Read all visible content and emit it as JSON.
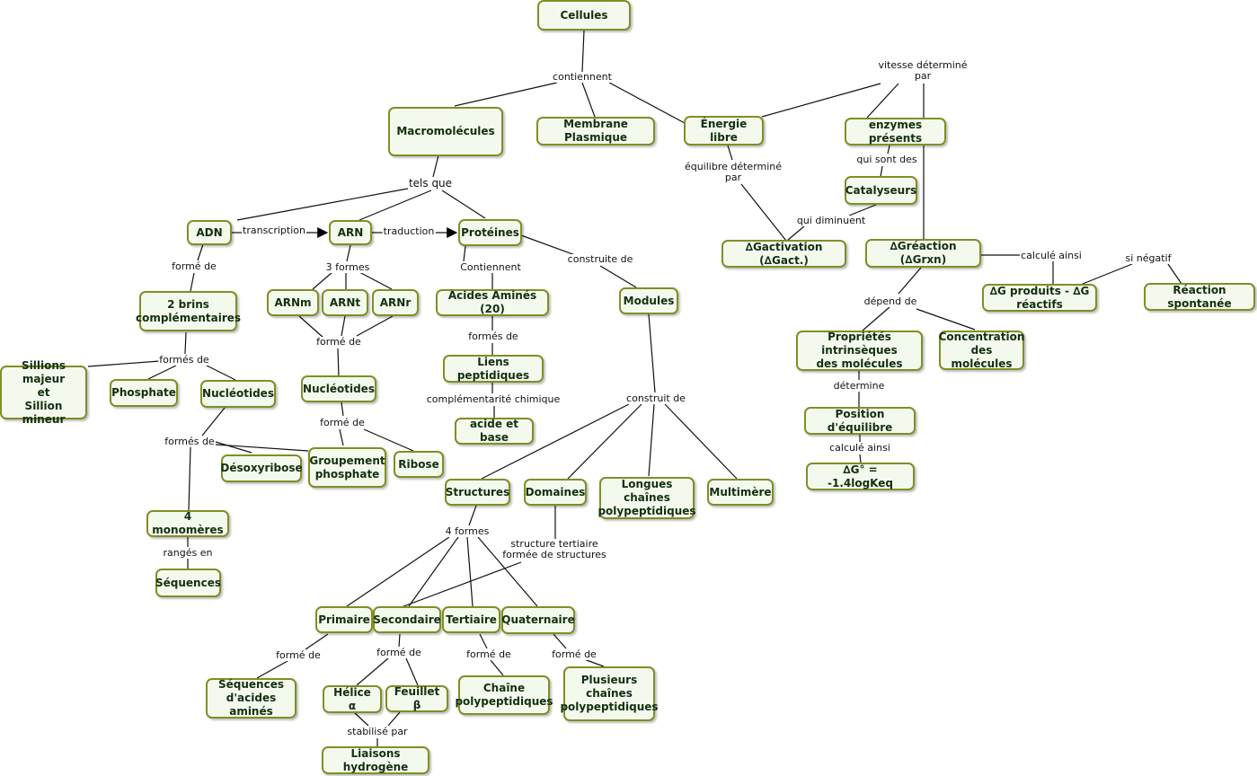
{
  "nodes": {
    "cellules": "Cellules",
    "macromolecules": "Macromolécules",
    "membrane": "Membrane Plasmique",
    "energie_libre": "Énergie libre",
    "enzymes": "enzymes présents",
    "catalyseurs": "Catalyseurs",
    "dg_activation": "∆Gactivation (∆Gact.)",
    "dg_reaction": "∆Gréaction (∆Grxn)",
    "dg_produits": "∆G produits - ∆G réactifs",
    "reaction_spontanee": "Réaction spontanée",
    "proprietes": "Propriétés intrinsèques\ndes molécules",
    "concentration": "Concentration\ndes molécules",
    "position_equilibre": "Position d'équilibre",
    "dg_keq": "∆G° = -1.4logKeq",
    "adn": "ADN",
    "arn": "ARN",
    "proteines": "Protéines",
    "deux_brins": "2 brins\ncomplémentaires",
    "arnm": "ARNm",
    "arnt": "ARNt",
    "arnr": "ARNr",
    "acides_amines": "Acides Aminés (20)",
    "modules": "Modules",
    "sillions": "Sillions majeur\net\nSillion mineur",
    "phosphate": "Phosphate",
    "nucleotides_1": "Nucléotides",
    "nucleotides_2": "Nucléotides",
    "liens_peptidiques": "Liens peptidiques",
    "acide_base": "acide et base",
    "desoxyribose": "Désoxyribose",
    "groupement_phosphate": "Groupement\nphosphate",
    "ribose": "Ribose",
    "quatre_monomeres": "4 monomères",
    "sequences": "Séquences",
    "structures": "Structures",
    "domaines": "Domaines",
    "longues_chaines": "Longues chaînes\npolypeptidiques",
    "multimere": "Multimère",
    "primaire": "Primaire",
    "secondaire": "Secondaire",
    "tertiaire": "Tertiaire",
    "quaternaire": "Quaternaire",
    "seq_acides_amines": "Séquences\nd'acides aminés",
    "helice": "Hélice α",
    "feuillet": "Feuillet β",
    "chaine_poly": "Chaîne\npolypeptidiques",
    "plusieurs_chaines": "Plusieurs\nchaînes\npolypeptidiques",
    "liaisons_hydrogene": "Liaisons hydrogène"
  },
  "labels": {
    "contiennent": "contiennent",
    "vitesse": "vitesse déterminé\npar",
    "equilibre": "équilibre déterminé\npar",
    "qui_sont_des": "qui sont des",
    "qui_diminuent": "qui diminuent",
    "calcule_ainsi_1": "calculé ainsi",
    "si_negatif": "si négatif",
    "depend_de": "dépend de",
    "determine": "détermine",
    "calcule_ainsi_2": "calculé ainsi",
    "tels_que": "tels que",
    "transcription": "transcription",
    "traduction": "traduction",
    "forme_de_adn": "formé de",
    "trois_formes": "3 formes",
    "contiennent_2": "Contiennent",
    "construite_de": "construite de",
    "forme_de_arn": "formé de",
    "formes_de_aa": "formés de",
    "formes_de_brins": "formés de",
    "complementarite": "complémentarité chimique",
    "forme_de_nuc": "formé de",
    "formes_de_nuc": "formés de",
    "construit_de": "construit de",
    "ranges_en": "rangés en",
    "quatre_formes": "4 formes",
    "structure_tertiaire": "structure tertiaire\nformée de structures",
    "forme_de_prim": "formé de",
    "forme_de_sec": "formé de",
    "forme_de_tert": "formé de",
    "forme_de_quat": "formé de",
    "stabilise_par": "stabilisé par"
  }
}
